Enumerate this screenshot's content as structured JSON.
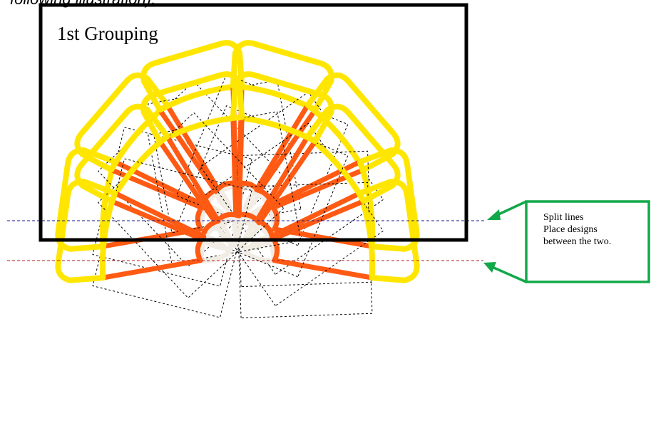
{
  "caption_partial": "following illustration):",
  "grouping_box": {
    "title": "1st Grouping"
  },
  "callout": {
    "line1": "Split lines",
    "line2": "Place designs",
    "line3": "between the two."
  },
  "colors": {
    "orange": "#ff5a14",
    "yellow": "#ffe600",
    "white_tip": "#f1ece4",
    "outline_box": "#000000",
    "upper_split_line": "#1a1a8c",
    "lower_split_line": "#b01e1e",
    "arrow": "#12a84a"
  },
  "pieces": {
    "per_half": 6,
    "shape": "candy-corn"
  }
}
